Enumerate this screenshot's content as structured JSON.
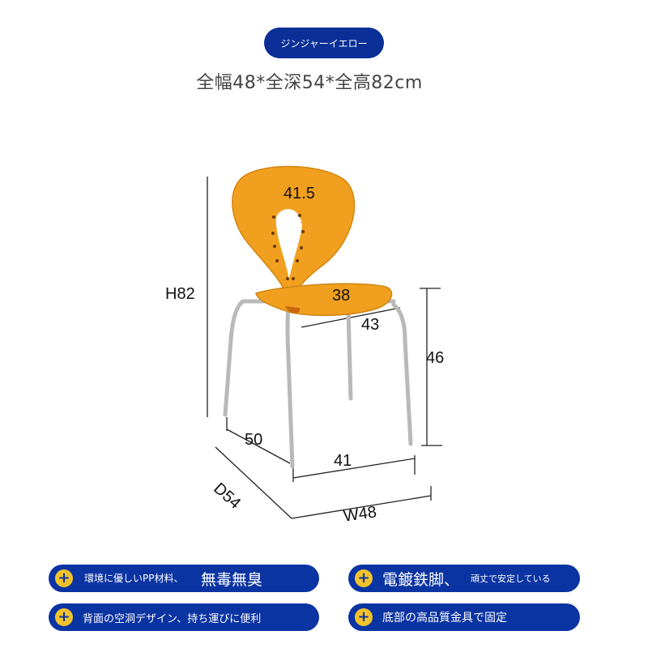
{
  "color_label": "ジンジャーイエロー",
  "overall_dims": "全幅48*全深54*全高82cm",
  "dims": {
    "back_width": "41.5",
    "seat_depth": "38",
    "seat_width": "43",
    "height": "H82",
    "seat_height": "46",
    "leg_depth": "50",
    "leg_width": "41",
    "depth": "D54",
    "width": "W48"
  },
  "colors": {
    "pill": "#0a2f97",
    "feature": "#0b34a3",
    "plus": "#f1c22c",
    "chair": "#f0a01e"
  },
  "features": [
    {
      "icon": "plus-icon",
      "text_small": "環境に優しいPP材料、",
      "text_big": "無毒無臭"
    },
    {
      "icon": "plus-icon",
      "text_big": "電鍍鉄脚、",
      "text_small": "頑丈で安定している"
    },
    {
      "icon": "plus-icon",
      "text": "背面の空洞デザイン、持ち運びに便利"
    },
    {
      "icon": "plus-icon",
      "text": "底部の高品質金具で固定"
    }
  ]
}
